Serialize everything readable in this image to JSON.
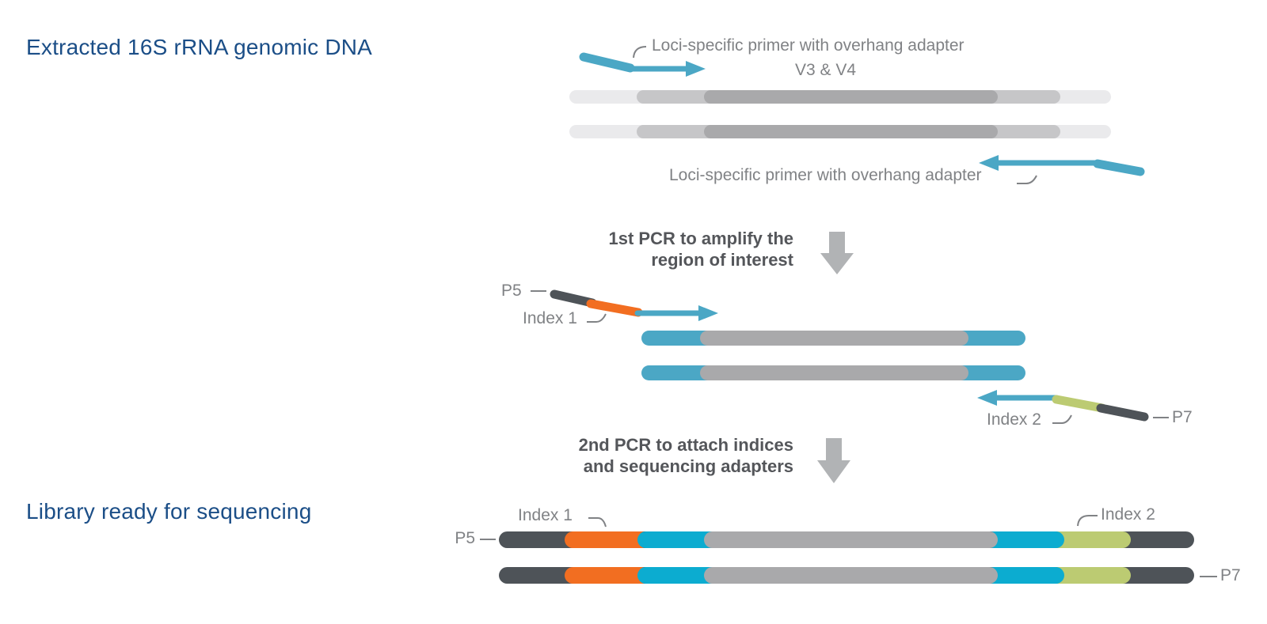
{
  "colors": {
    "navy": "#1B4E87",
    "label_gray": "#808285",
    "step_gray": "#54565A",
    "arrow_gray": "#B1B3B5",
    "steel_blue": "#4BA7C5",
    "cyan": "#0CACD0",
    "orange": "#F26E21",
    "green": "#BCCB72",
    "slate": "#4E5358",
    "genomic_light": "#EAEAEC",
    "genomic_medium": "#C6C6C8",
    "mid_gray": "#A9A9AB"
  },
  "genomic": {
    "title": "Extracted 16S rRNA genomic DNA",
    "forward_primer_label": "Loci-specific primer with overhang adapter",
    "region_label": "V3 & V4",
    "reverse_primer_label": "Loci-specific primer with overhang adapter"
  },
  "step1": {
    "line1": "1st PCR to amplify the",
    "line2": "region of interest"
  },
  "pcr1": {
    "p5_label": "P5",
    "index1_label": "Index 1",
    "index2_label": "Index 2",
    "p7_label": "P7"
  },
  "step2": {
    "line1": "2nd PCR to attach indices",
    "line2": "and sequencing adapters"
  },
  "library": {
    "title": "Library ready for sequencing",
    "p5_label": "P5",
    "index1_label": "Index 1",
    "index2_label": "Index 2",
    "p7_label": "P7"
  }
}
